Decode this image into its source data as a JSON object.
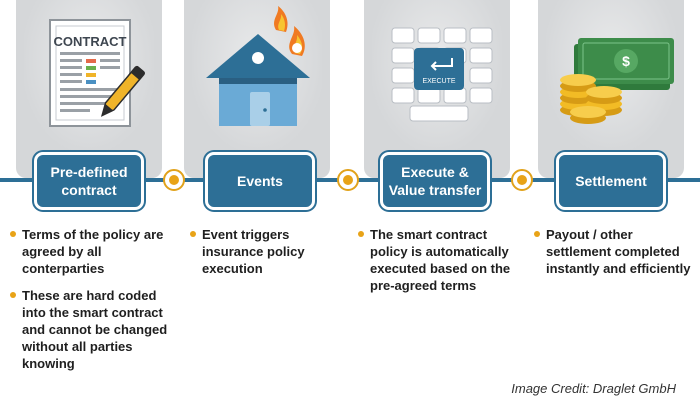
{
  "steps": [
    {
      "label": "Pre-defined contract",
      "illustration": "contract-document-with-pen",
      "bullets": [
        "Terms of the policy are agreed by all conterparties",
        "These are hard coded into the smart contract and cannot be changed without all parties knowing"
      ]
    },
    {
      "label": "Events",
      "illustration": "house-on-fire",
      "bullets": [
        "Event triggers insurance policy execution"
      ]
    },
    {
      "label": "Execute & Value transfer",
      "illustration": "keyboard-execute-key",
      "bullets": [
        "The smart contract policy is automatically executed based on the pre-agreed terms"
      ]
    },
    {
      "label": "Settlement",
      "illustration": "money-and-coins",
      "bullets": [
        "Payout / other settlement completed instantly and efficiently"
      ]
    }
  ],
  "illustration_text": {
    "contract_heading": "CONTRACT",
    "execute_key": "EXECUTE",
    "currency_symbol": "$"
  },
  "credit": "Image Credit: Draglet GmbH",
  "colors": {
    "step_box": "#2d6f96",
    "connector": "#e8a317",
    "card": "#d5d7d9",
    "bullet": "#e8a317",
    "money": "#3d8c4a"
  }
}
